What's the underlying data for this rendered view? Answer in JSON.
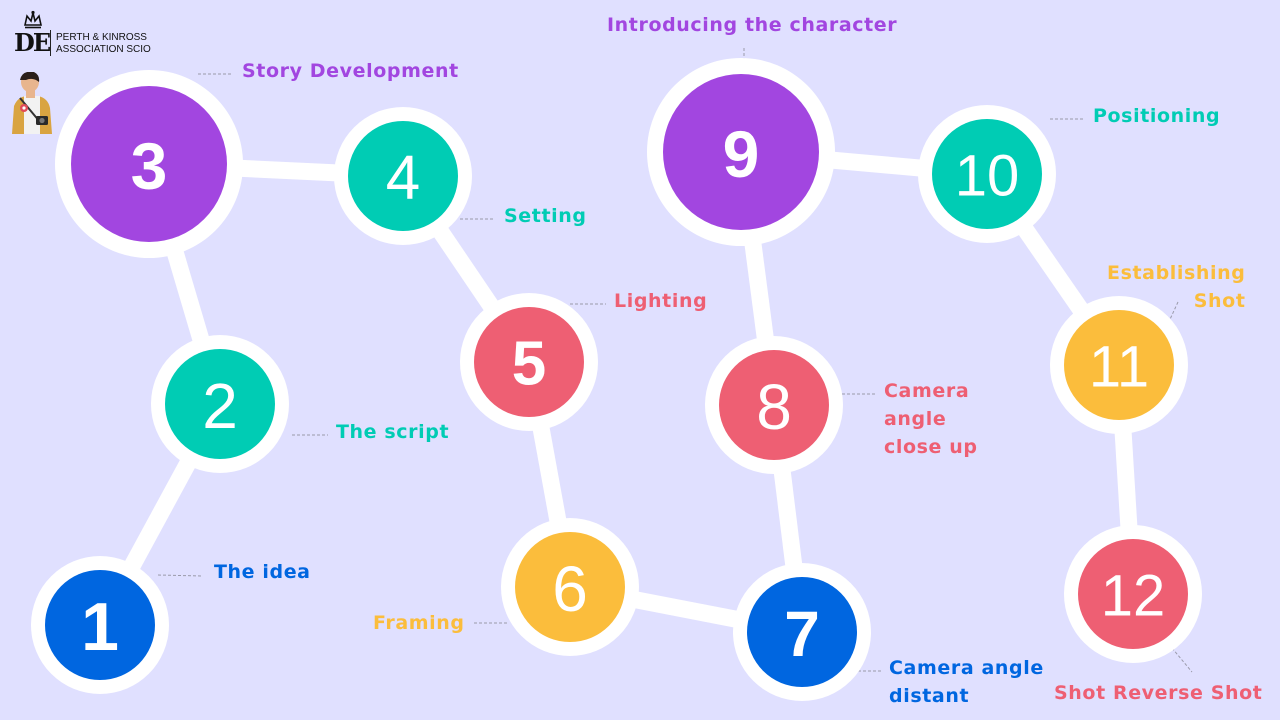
{
  "logo": {
    "line1": "PERTH & KINROSS",
    "line2": "ASSOCIATION SCIO",
    "mark": "DE"
  },
  "icons": {
    "logo": "crown-logo-icon",
    "character": "photographer-character-icon"
  },
  "colors": {
    "background": "#e0e0ff",
    "purple": "#a246e0",
    "teal": "#00ccb4",
    "red": "#ee5f73",
    "yellow": "#fbbd3c",
    "blue": "#0066e0",
    "ring": "#ffffff",
    "leader": "#9a9aaa"
  },
  "steps": [
    {
      "number": "1",
      "label": "The idea",
      "color": "#0066e0"
    },
    {
      "number": "2",
      "label": "The script",
      "color": "#00ccb4"
    },
    {
      "number": "3",
      "label": "Story Development",
      "color": "#a246e0"
    },
    {
      "number": "4",
      "label": "Setting",
      "color": "#00ccb4"
    },
    {
      "number": "5",
      "label": "Lighting",
      "color": "#ee5f73"
    },
    {
      "number": "6",
      "label": "Framing",
      "color": "#fbbd3c"
    },
    {
      "number": "7",
      "label": "Camera angle\ndistant",
      "color": "#0066e0"
    },
    {
      "number": "8",
      "label": "Camera\nangle\nclose up",
      "color": "#ee5f73"
    },
    {
      "number": "9",
      "label": "Introducing the character",
      "color": "#a246e0"
    },
    {
      "number": "10",
      "label": "Positioning",
      "color": "#00ccb4"
    },
    {
      "number": "11",
      "label": "Establishing\nShot",
      "color": "#fbbd3c"
    },
    {
      "number": "12",
      "label": "Shot Reverse Shot",
      "color": "#ee5f73"
    }
  ]
}
